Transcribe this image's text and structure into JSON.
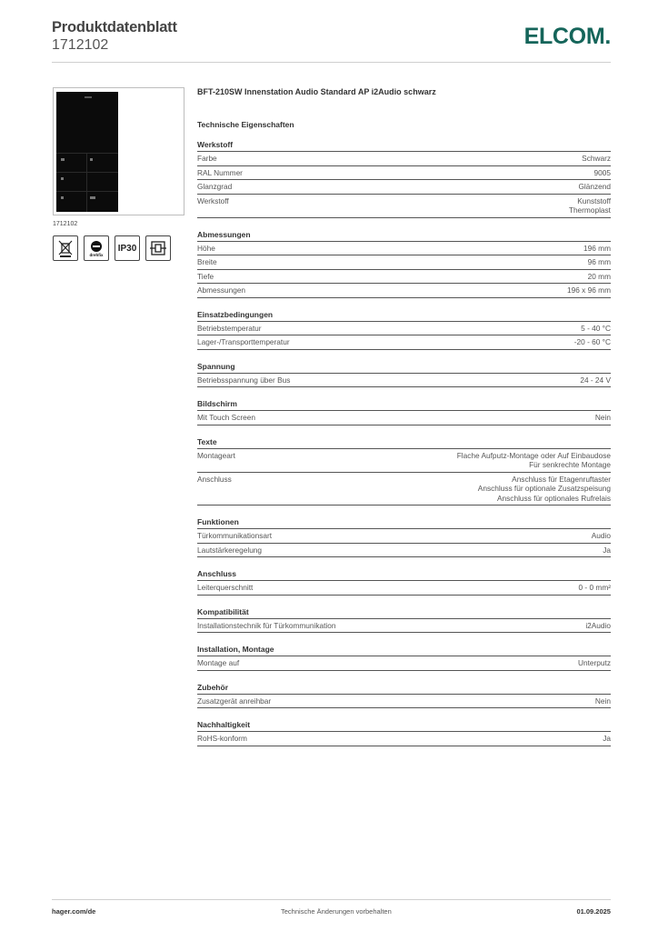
{
  "header": {
    "title": "Produktdatenblatt",
    "number": "1712102",
    "logo": "ELCOM."
  },
  "product": {
    "image_caption": "1712102",
    "name": "BFT-210SW Innenstation Audio Standard AP i2Audio schwarz",
    "badges": [
      {
        "icon": "weee-crossed-bin-icon"
      },
      {
        "icon": "drehfix-icon",
        "text": "drehfix"
      },
      {
        "icon": "ip30-icon",
        "text": "IP30"
      },
      {
        "icon": "mounting-box-icon"
      }
    ]
  },
  "section_title": "Technische Eigenschaften",
  "groups": [
    {
      "title": "Werkstoff",
      "rows": [
        {
          "k": "Farbe",
          "v": [
            "Schwarz"
          ]
        },
        {
          "k": "RAL Nummer",
          "v": [
            "9005"
          ]
        },
        {
          "k": "Glanzgrad",
          "v": [
            "Glänzend"
          ]
        },
        {
          "k": "Werkstoff",
          "v": [
            "Kunststoff",
            "Thermoplast"
          ]
        }
      ]
    },
    {
      "title": "Abmessungen",
      "rows": [
        {
          "k": "Höhe",
          "v": [
            "196 mm"
          ]
        },
        {
          "k": "Breite",
          "v": [
            "96 mm"
          ]
        },
        {
          "k": "Tiefe",
          "v": [
            "20 mm"
          ]
        },
        {
          "k": "Abmessungen",
          "v": [
            "196 x 96 mm"
          ]
        }
      ]
    },
    {
      "title": "Einsatzbedingungen",
      "rows": [
        {
          "k": "Betriebstemperatur",
          "v": [
            "5 - 40 °C"
          ]
        },
        {
          "k": "Lager-/Transporttemperatur",
          "v": [
            "-20 - 60 °C"
          ]
        }
      ]
    },
    {
      "title": "Spannung",
      "rows": [
        {
          "k": "Betriebsspannung über Bus",
          "v": [
            "24 - 24 V"
          ]
        }
      ]
    },
    {
      "title": "Bildschirm",
      "rows": [
        {
          "k": "Mit Touch Screen",
          "v": [
            "Nein"
          ]
        }
      ]
    },
    {
      "title": "Texte",
      "rows": [
        {
          "k": "Montageart",
          "v": [
            "Flache Aufputz-Montage oder Auf Einbaudose",
            "Für senkrechte Montage"
          ]
        },
        {
          "k": "Anschluss",
          "v": [
            "Anschluss für Etagenruftaster",
            "Anschluss für optionale Zusatzspeisung",
            "Anschluss für optionales Rufrelais"
          ]
        }
      ]
    },
    {
      "title": "Funktionen",
      "rows": [
        {
          "k": "Türkommunikationsart",
          "v": [
            "Audio"
          ]
        },
        {
          "k": "Lautstärkeregelung",
          "v": [
            "Ja"
          ]
        }
      ]
    },
    {
      "title": "Anschluss",
      "rows": [
        {
          "k": "Leiterquerschnitt",
          "v": [
            "0 - 0 mm²"
          ]
        }
      ]
    },
    {
      "title": "Kompatibilität",
      "rows": [
        {
          "k": "Installationstechnik für Türkommunikation",
          "v": [
            "i2Audio"
          ]
        }
      ]
    },
    {
      "title": "Installation, Montage",
      "rows": [
        {
          "k": "Montage auf",
          "v": [
            "Unterputz"
          ]
        }
      ]
    },
    {
      "title": "Zubehör",
      "rows": [
        {
          "k": "Zusatzgerät anreihbar",
          "v": [
            "Nein"
          ]
        }
      ]
    },
    {
      "title": "Nachhaltigkeit",
      "rows": [
        {
          "k": "RoHS-konform",
          "v": [
            "Ja"
          ]
        }
      ]
    }
  ],
  "footer": {
    "left": "hager.com/de",
    "center": "Technische Änderungen vorbehalten",
    "right": "01.09.2025"
  }
}
